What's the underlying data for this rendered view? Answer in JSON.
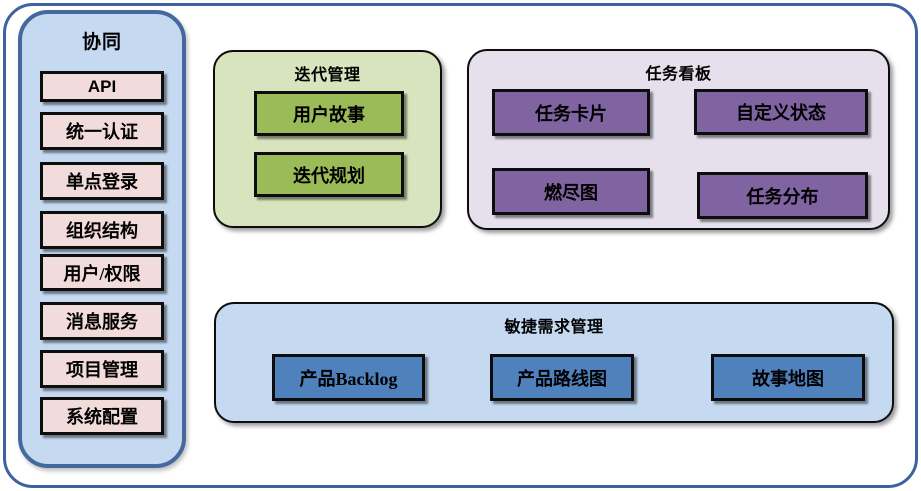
{
  "palette": {
    "frame_border": "#3c63a0",
    "sidebar_fill": "#c5d9f1",
    "sidebar_border": "#44699e",
    "sidebar_item_fill": "#f2dcdb",
    "iteration_fill": "#d7e4bd",
    "iteration_item_fill": "#9bbb59",
    "kanban_fill": "#e6e0ec",
    "kanban_item_fill": "#8064a2",
    "requirements_fill": "#c5d9f1",
    "requirements_item_fill": "#4f81bd",
    "item_border": "#0d0d0d",
    "text": "#000000"
  },
  "sidebar": {
    "title": "协同",
    "items": [
      {
        "label": "API"
      },
      {
        "label": "统一认证"
      },
      {
        "label": "单点登录"
      },
      {
        "label": "组织结构"
      },
      {
        "label": "用户/权限"
      },
      {
        "label": "消息服务"
      },
      {
        "label": "项目管理"
      },
      {
        "label": "系统配置"
      }
    ]
  },
  "modules": {
    "iteration": {
      "title": "迭代管理",
      "items": [
        {
          "label": "用户故事"
        },
        {
          "label": "迭代规划"
        }
      ]
    },
    "kanban": {
      "title": "任务看板",
      "items": [
        {
          "label": "任务卡片"
        },
        {
          "label": "自定义状态"
        },
        {
          "label": "燃尽图"
        },
        {
          "label": "任务分布"
        }
      ]
    },
    "requirements": {
      "title": "敏捷需求管理",
      "items": [
        {
          "label": "产品Backlog"
        },
        {
          "label": "产品路线图"
        },
        {
          "label": "故事地图"
        }
      ]
    }
  }
}
